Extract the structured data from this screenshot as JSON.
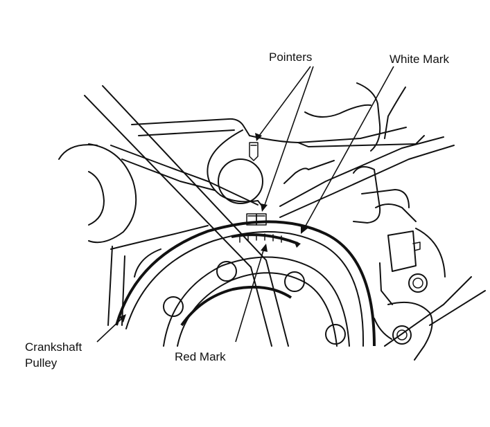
{
  "labels": {
    "pointers": "Pointers",
    "white_mark": "White Mark",
    "crankshaft_pulley_line1": "Crankshaft",
    "crankshaft_pulley_line2": "Pulley",
    "red_mark": "Red Mark"
  },
  "colors": {
    "ink": "#111111",
    "background": "#ffffff"
  }
}
